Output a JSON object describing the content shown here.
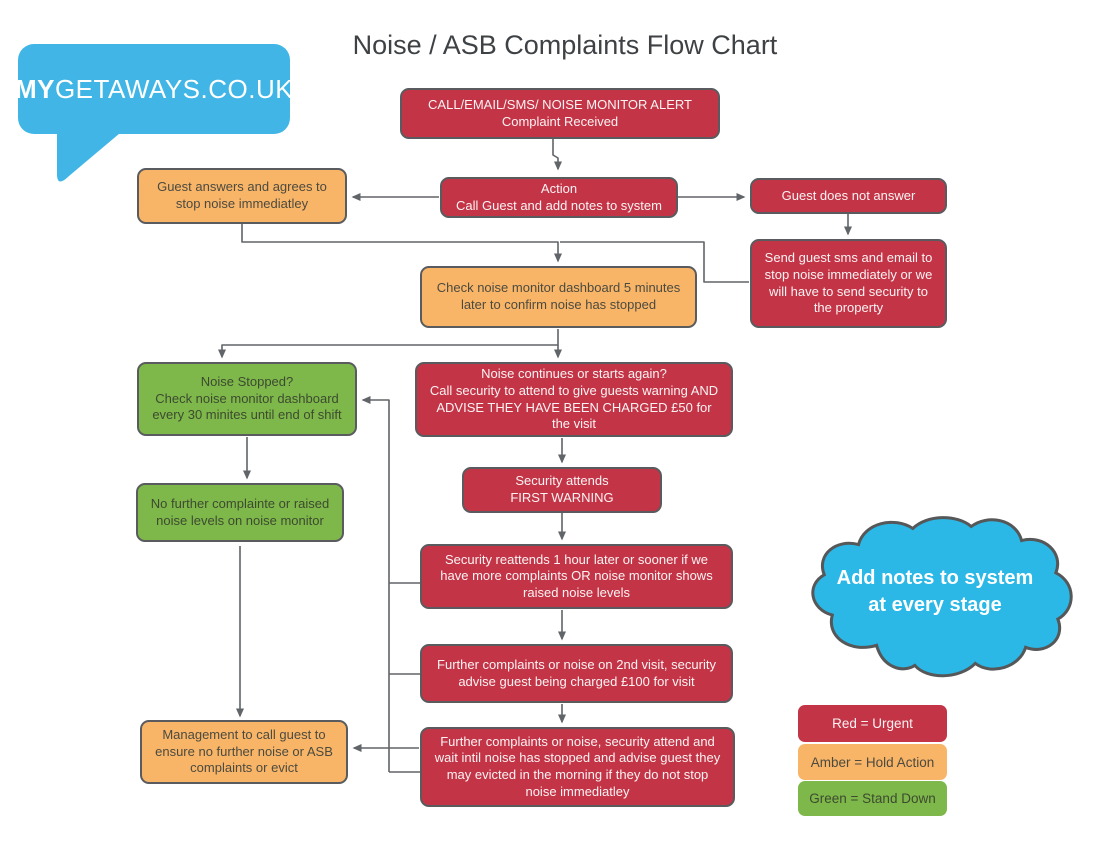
{
  "title": "Noise / ASB Complaints Flow Chart",
  "logo": {
    "bold": "MY",
    "rest": "GETAWAYS.CO.UK"
  },
  "colors": {
    "red": "#c43447",
    "amber": "#f8b567",
    "green": "#7eb84a",
    "cloud_blue": "#2bb8e6",
    "logo_blue": "#41b6e6",
    "box_border": "#595b5e",
    "connector": "#616468"
  },
  "nodes": {
    "top_alert": {
      "line1": "CALL/EMAIL/SMS/ NOISE MONITOR ALERT",
      "line2": "Complaint Received"
    },
    "action": {
      "line1": "Action",
      "line2": "Call Guest and add notes to system"
    },
    "guest_answers": {
      "text": "Guest answers and agrees to stop noise immediatley"
    },
    "guest_no_answer": {
      "text": "Guest does not answer"
    },
    "send_sms": {
      "text": "Send guest sms and email to stop noise immediately or we will have to send security to the property"
    },
    "check_monitor": {
      "text": "Check noise monitor dashboard 5 minutes later to confirm noise has stopped"
    },
    "noise_stopped": {
      "line1": "Noise Stopped?",
      "line2": "Check noise monitor dashboard every 30 minites until end of shift"
    },
    "noise_continues": {
      "line1": "Noise continues or starts again?",
      "line2": "Call security to attend to give guests warning AND ADVISE THEY HAVE BEEN CHARGED £50 for the visit"
    },
    "security_attends": {
      "line1": "Security attends",
      "line2": "FIRST WARNING"
    },
    "no_further": {
      "text": "No further complainte or raised noise levels on noise monitor"
    },
    "security_reattends": {
      "text": "Security reattends 1 hour later or sooner if we have more complaints OR noise monitor shows raised noise levels"
    },
    "further_2nd": {
      "text": "Further complaints or noise on 2nd visit, security advise guest being charged £100 for visit"
    },
    "management": {
      "text": "Management to call guest to ensure no further noise or ASB complaints or evict"
    },
    "final_escalation": {
      "text": "Further complaints or noise, security attend and wait intil noise has stopped and advise guest they may evicted in the morning if they do not stop noise immediatley"
    }
  },
  "cloud": {
    "line1": "Add notes to system",
    "line2": "at every stage"
  },
  "legend": {
    "red": "Red = Urgent",
    "amber": "Amber = Hold Action",
    "green": "Green = Stand Down"
  }
}
